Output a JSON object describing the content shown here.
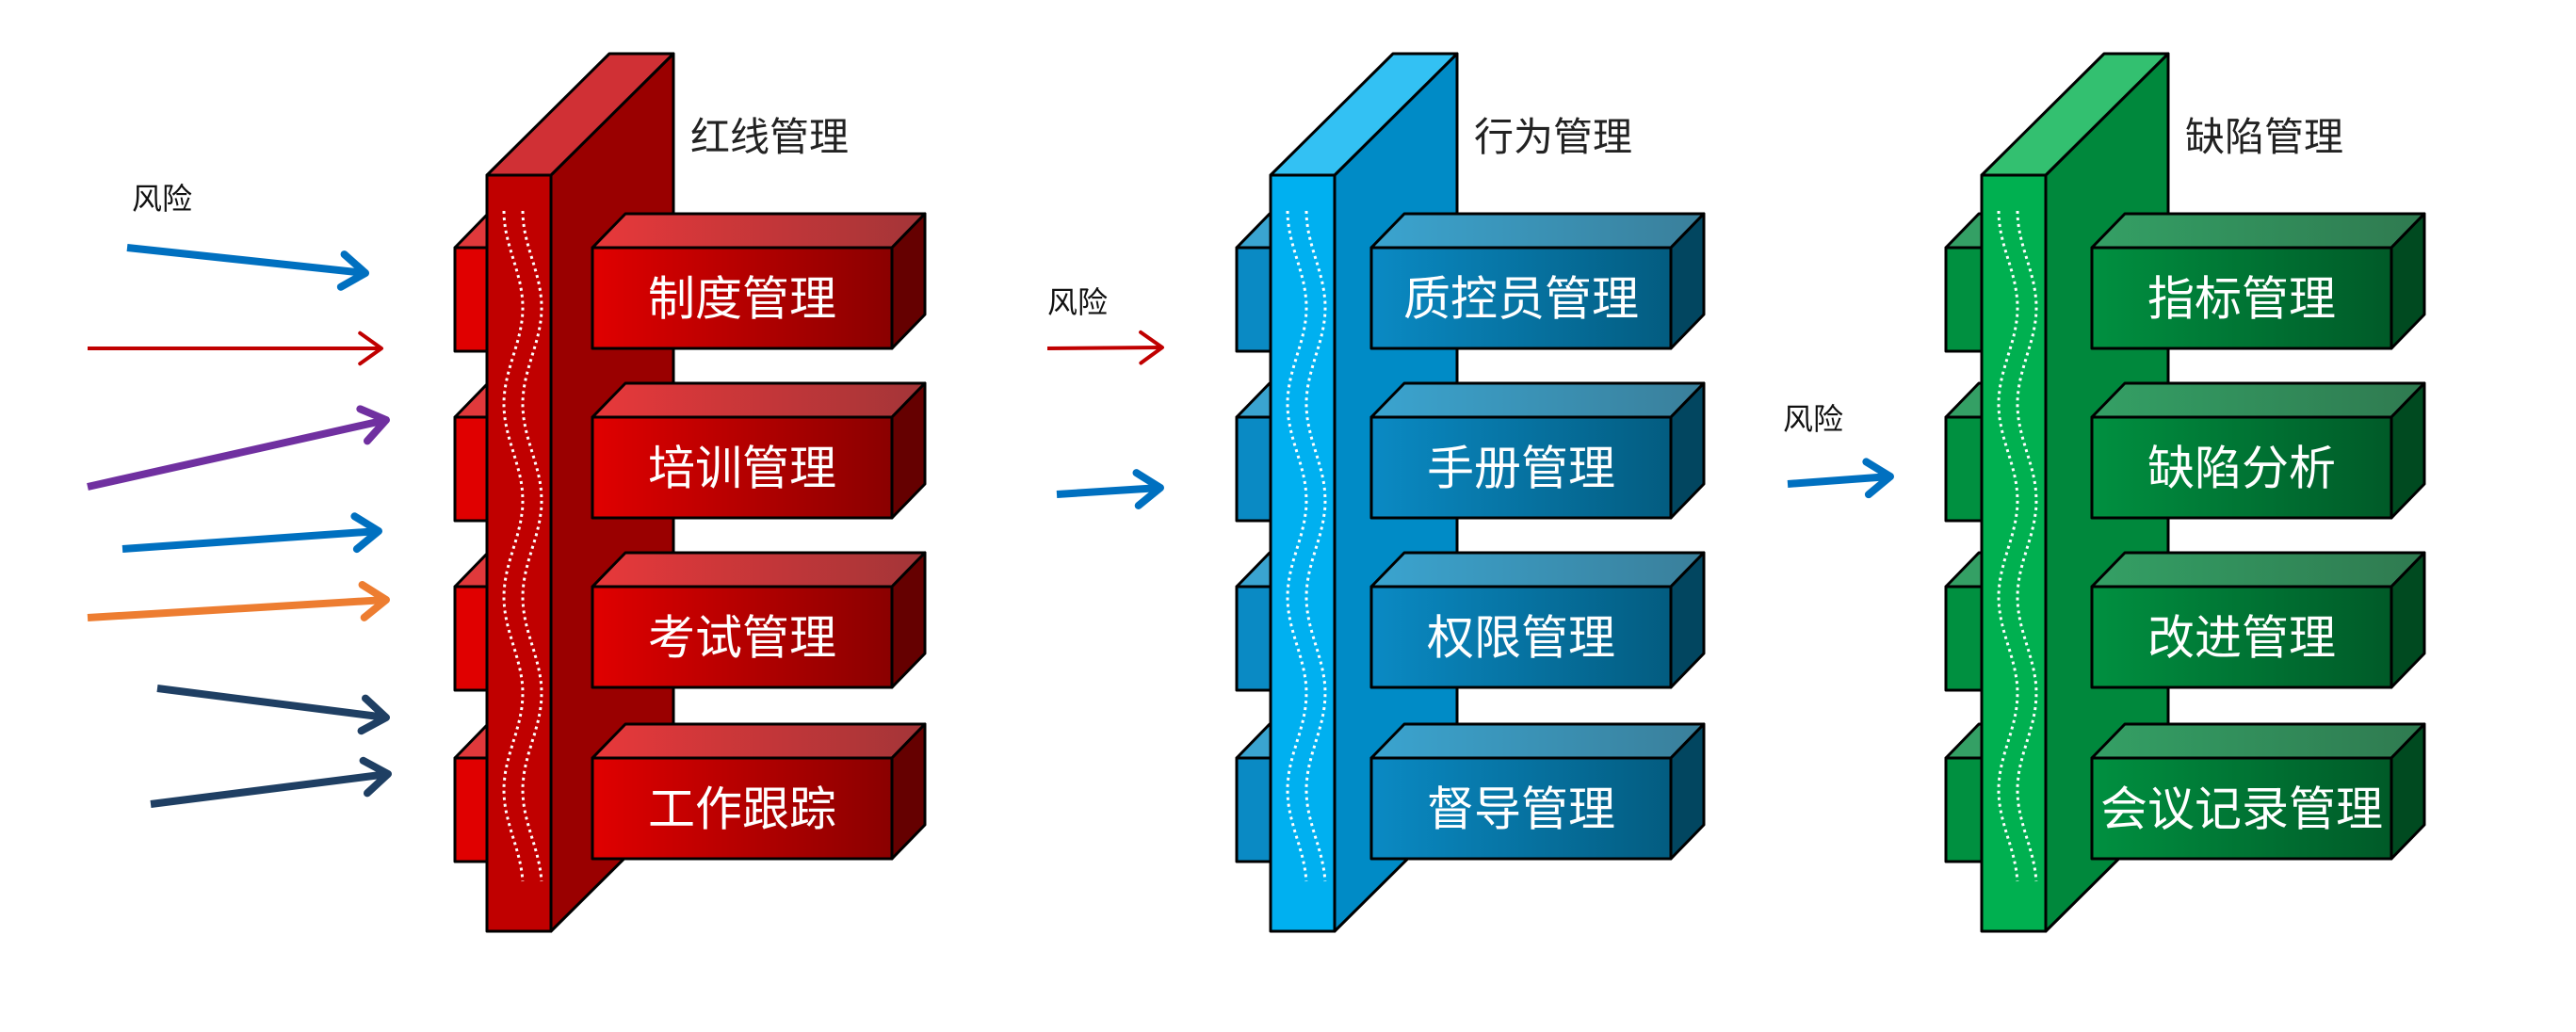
{
  "diagram": {
    "columns": [
      {
        "id": "redline",
        "title": "红线管理",
        "theme": {
          "pillar_front": "#C00000",
          "pillar_side": "#9A0000",
          "pillar_top": "#D03035",
          "box_front_start": "#E00000",
          "box_front_end": "#8A0000",
          "box_top_start": "#E8383A",
          "box_top_end": "#A33538",
          "box_side": "#650000",
          "stub_front": "#E00000",
          "stub_top": "#E0393B"
        },
        "boxes": [
          "制度管理",
          "培训管理",
          "考试管理",
          "工作跟踪"
        ]
      },
      {
        "id": "behavior",
        "title": "行为管理",
        "theme": {
          "pillar_front": "#00B0F0",
          "pillar_side": "#008BC6",
          "pillar_top": "#33C1F3",
          "box_front_start": "#0A8AC4",
          "box_front_end": "#035C80",
          "box_top_start": "#3AA4D0",
          "box_top_end": "#3A7F9A",
          "box_side": "#024660",
          "stub_front": "#0A8AC4",
          "stub_top": "#3AA4D0"
        },
        "boxes": [
          "质控员管理",
          "手册管理",
          "权限管理",
          "督导管理"
        ]
      },
      {
        "id": "defect",
        "title": "缺陷管理",
        "theme": {
          "pillar_front": "#00B050",
          "pillar_side": "#00883C",
          "pillar_top": "#33C070",
          "box_front_start": "#009040",
          "box_front_end": "#005A28",
          "box_top_start": "#34A065",
          "box_top_end": "#2F7A50",
          "box_side": "#004A20",
          "stub_front": "#009040",
          "stub_top": "#34A065"
        },
        "boxes": [
          "指标管理",
          "缺陷分析",
          "改进管理",
          "会议记录管理"
        ]
      }
    ],
    "risk_labels": [
      {
        "id": "risk-left",
        "text": "风险"
      },
      {
        "id": "risk-middle",
        "text": "风险"
      },
      {
        "id": "risk-right",
        "text": "风险"
      }
    ],
    "arrow_groups": [
      {
        "id": "left",
        "arrows": [
          {
            "color": "#0070C0",
            "weight": "thick"
          },
          {
            "color": "#C00000",
            "weight": "thin"
          },
          {
            "color": "#7030A0",
            "weight": "thick"
          },
          {
            "color": "#0070C0",
            "weight": "thick"
          },
          {
            "color": "#ED7D31",
            "weight": "thick"
          },
          {
            "color": "#1F3F63",
            "weight": "thick"
          },
          {
            "color": "#1F3F63",
            "weight": "thick"
          }
        ]
      },
      {
        "id": "middle",
        "arrows": [
          {
            "color": "#C00000",
            "weight": "thin"
          },
          {
            "color": "#0070C0",
            "weight": "thick"
          }
        ]
      },
      {
        "id": "right",
        "arrows": [
          {
            "color": "#0070C0",
            "weight": "thick"
          }
        ]
      }
    ]
  }
}
